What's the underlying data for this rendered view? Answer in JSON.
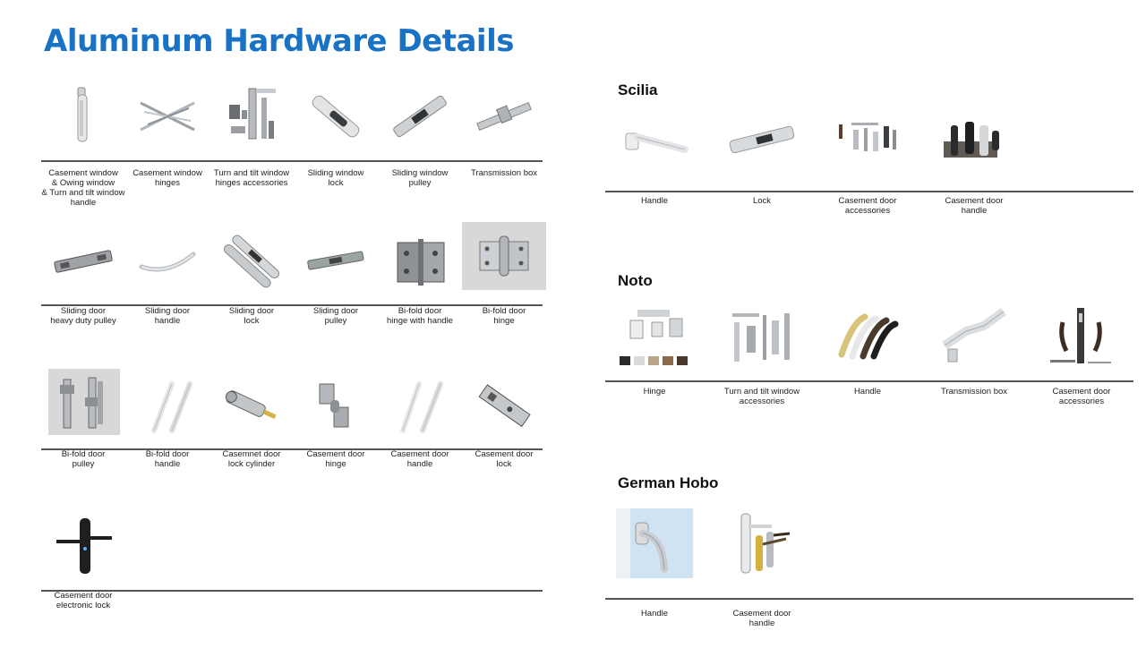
{
  "title": "Aluminum Hardware Details",
  "left": {
    "rows": [
      {
        "items": [
          {
            "caption": "Casement window\n& Owing window\n& Turn and tilt  window\nhandle",
            "icon": "window-handle-icon"
          },
          {
            "caption": "Casement window\nhinges",
            "icon": "window-hinges-icon"
          },
          {
            "caption": "Turn and tilt  window\nhinges accessories",
            "icon": "hinge-accessories-icon"
          },
          {
            "caption": "Sliding window\nlock",
            "icon": "sliding-lock-icon"
          },
          {
            "caption": "Sliding window\npulley",
            "icon": "window-pulley-icon"
          },
          {
            "caption": "Transmission box",
            "icon": "transmission-box-icon"
          }
        ]
      },
      {
        "items": [
          {
            "caption": "Sliding door\nheavy duty pulley",
            "icon": "heavy-pulley-icon"
          },
          {
            "caption": "Sliding door\nhandle",
            "icon": "door-handle-icon"
          },
          {
            "caption": "Sliding door\nlock",
            "icon": "door-lock-icon"
          },
          {
            "caption": "Sliding door\npulley",
            "icon": "door-pulley-icon"
          },
          {
            "caption": "Bi-fold door\nhinge with handle",
            "icon": "hinge-handle-icon"
          },
          {
            "caption": "Bi-fold door\nhinge",
            "icon": "bifold-hinge-icon"
          }
        ]
      },
      {
        "items": [
          {
            "caption": "Bi-fold door\npulley",
            "icon": "bifold-pulley-icon"
          },
          {
            "caption": "Bi-fold door\nhandle",
            "icon": "bifold-handle-icon"
          },
          {
            "caption": "Casemnet door\nlock cylinder",
            "icon": "lock-cylinder-icon"
          },
          {
            "caption": "Casement door\nhinge",
            "icon": "door-hinge-icon"
          },
          {
            "caption": "Casement door\nhandle",
            "icon": "casement-handle-icon"
          },
          {
            "caption": "Casement door\nlock",
            "icon": "casement-lock-icon"
          }
        ]
      },
      {
        "items": [
          {
            "caption": "Casement door\nelectronic lock",
            "icon": "electronic-lock-icon"
          }
        ]
      }
    ]
  },
  "right": {
    "sections": [
      {
        "title": "Scilia",
        "items": [
          {
            "caption": "Handle",
            "icon": "handle-icon"
          },
          {
            "caption": "Lock",
            "icon": "lock-icon"
          },
          {
            "caption": "Casement door\naccessories",
            "icon": "accessories-icon"
          },
          {
            "caption": "Casement door\nhandle",
            "icon": "door-handle-icon"
          }
        ]
      },
      {
        "title": "Noto",
        "items": [
          {
            "caption": "Hinge",
            "icon": "hinge-icon"
          },
          {
            "caption": "Turn and tilt  window\naccessories",
            "icon": "accessories-icon"
          },
          {
            "caption": "Handle",
            "icon": "handle-icon"
          },
          {
            "caption": "Transmission box",
            "icon": "transmission-box-icon"
          },
          {
            "caption": "Casement door\naccessories",
            "icon": "door-accessories-icon"
          }
        ]
      },
      {
        "title": "German Hobo",
        "items": [
          {
            "caption": "Handle",
            "icon": "handle-icon"
          },
          {
            "caption": "Casement door\nhandle",
            "icon": "door-handle-icon"
          }
        ]
      }
    ]
  }
}
